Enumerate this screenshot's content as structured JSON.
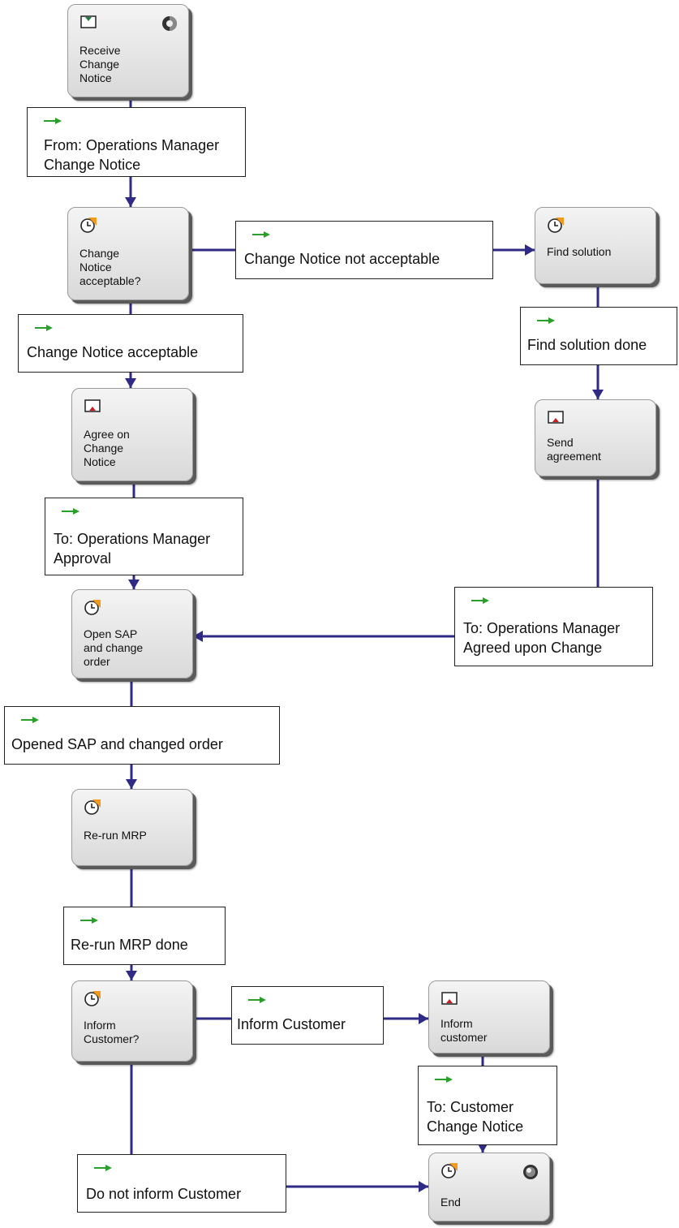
{
  "colors": {
    "connector": "#2e2a86",
    "flow_arrow": "#2aa02a",
    "task_orange": "#f39a1e",
    "message_red": "#cc1f1f",
    "message_green": "#1c7a3a"
  },
  "nodes": [
    {
      "id": "receive",
      "label": "Receive\nChange\nNotice",
      "icon": "receive-message-icon",
      "marker": "start-marker-icon"
    },
    {
      "id": "acceptable",
      "label": "Change\nNotice\nacceptable?",
      "icon": "clock-task-icon"
    },
    {
      "id": "find",
      "label": "Find solution",
      "icon": "clock-task-icon"
    },
    {
      "id": "agree",
      "label": "Agree on\nChange\nNotice",
      "icon": "send-message-icon"
    },
    {
      "id": "send",
      "label": "Send\nagreement",
      "icon": "send-message-icon"
    },
    {
      "id": "open_sap",
      "label": "Open SAP\nand change\norder",
      "icon": "clock-task-icon"
    },
    {
      "id": "mrp",
      "label": "Re-run MRP",
      "icon": "clock-task-icon"
    },
    {
      "id": "inform_q",
      "label": "Inform\nCustomer?",
      "icon": "clock-task-icon"
    },
    {
      "id": "inform",
      "label": "Inform\ncustomer",
      "icon": "send-message-icon"
    },
    {
      "id": "end",
      "label": "End",
      "icon": "clock-task-icon",
      "marker": "end-marker-icon"
    }
  ],
  "flows": [
    {
      "id": "from_ops",
      "text": "From: Operations Manager\nChange Notice"
    },
    {
      "id": "not_acceptable",
      "text": "Change Notice not acceptable"
    },
    {
      "id": "find_done",
      "text": "Find solution done"
    },
    {
      "id": "acceptable_flow",
      "text": "Change Notice acceptable"
    },
    {
      "id": "to_ops_approval",
      "text": "To: Operations Manager\nApproval"
    },
    {
      "id": "to_ops_agreed",
      "text": "To: Operations Manager\nAgreed upon Change"
    },
    {
      "id": "opened_sap",
      "text": "Opened SAP and changed order"
    },
    {
      "id": "mrp_done",
      "text": "Re-run MRP done"
    },
    {
      "id": "inform_customer",
      "text": "Inform Customer"
    },
    {
      "id": "to_customer",
      "text": "To: Customer\nChange Notice"
    },
    {
      "id": "do_not_inform",
      "text": "Do not inform Customer"
    }
  ]
}
